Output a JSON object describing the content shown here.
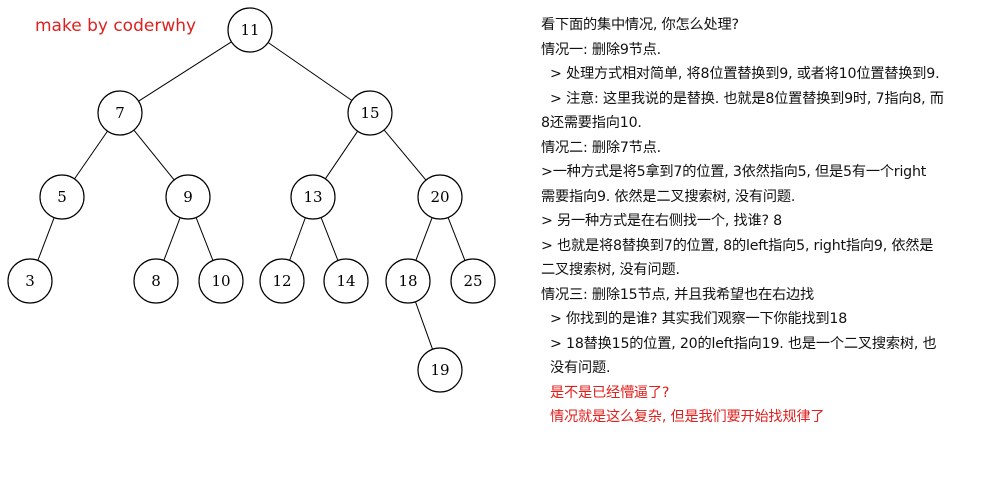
{
  "watermark": "make by coderwhy",
  "tree": {
    "nodes": [
      {
        "id": "n11",
        "label": "11"
      },
      {
        "id": "n7",
        "label": "7"
      },
      {
        "id": "n15",
        "label": "15"
      },
      {
        "id": "n5",
        "label": "5"
      },
      {
        "id": "n9",
        "label": "9"
      },
      {
        "id": "n13",
        "label": "13"
      },
      {
        "id": "n20",
        "label": "20"
      },
      {
        "id": "n3",
        "label": "3"
      },
      {
        "id": "n8",
        "label": "8"
      },
      {
        "id": "n10",
        "label": "10"
      },
      {
        "id": "n12",
        "label": "12"
      },
      {
        "id": "n14",
        "label": "14"
      },
      {
        "id": "n18",
        "label": "18"
      },
      {
        "id": "n25",
        "label": "25"
      },
      {
        "id": "n19",
        "label": "19"
      }
    ],
    "edges": [
      [
        "n11",
        "n7"
      ],
      [
        "n11",
        "n15"
      ],
      [
        "n7",
        "n5"
      ],
      [
        "n7",
        "n9"
      ],
      [
        "n15",
        "n13"
      ],
      [
        "n15",
        "n20"
      ],
      [
        "n5",
        "n3"
      ],
      [
        "n9",
        "n8"
      ],
      [
        "n9",
        "n10"
      ],
      [
        "n13",
        "n12"
      ],
      [
        "n13",
        "n14"
      ],
      [
        "n20",
        "n18"
      ],
      [
        "n20",
        "n25"
      ],
      [
        "n18",
        "n19"
      ]
    ]
  },
  "notes": {
    "l1": "看下面的集中情况, 你怎么处理?",
    "l2": "情况一: 删除9节点.",
    "l3": "> 处理方式相对简单, 将8位置替换到9, 或者将10位置替换到9.",
    "l4": "> 注意: 这里我说的是替换. 也就是8位置替换到9时, 7指向8, 而",
    "l5": "8还需要指向10.",
    "l6": "情况二: 删除7节点.",
    "l7": ">一种方式是将5拿到7的位置, 3依然指向5, 但是5有一个right",
    "l8": "需要指向9. 依然是二叉搜索树, 没有问题.",
    "l9": "> 另一种方式是在右侧找一个, 找谁? 8",
    "l10": "> 也就是将8替换到7的位置, 8的left指向5, right指向9, 依然是",
    "l11": "二叉搜索树, 没有问题.",
    "l12": "情况三: 删除15节点, 并且我希望也在右边找",
    "l13": "> 你找到的是谁? 其实我们观察一下你能找到18",
    "l14": "> 18替换15的位置, 20的left指向19. 也是一个二叉搜索树, 也",
    "l15": "没有问题.",
    "l16": "是不是已经懵逼了?",
    "l17": "情况就是这么复杂, 但是我们要开始找规律了"
  },
  "colors": {
    "accent_red": "#e0201e"
  }
}
